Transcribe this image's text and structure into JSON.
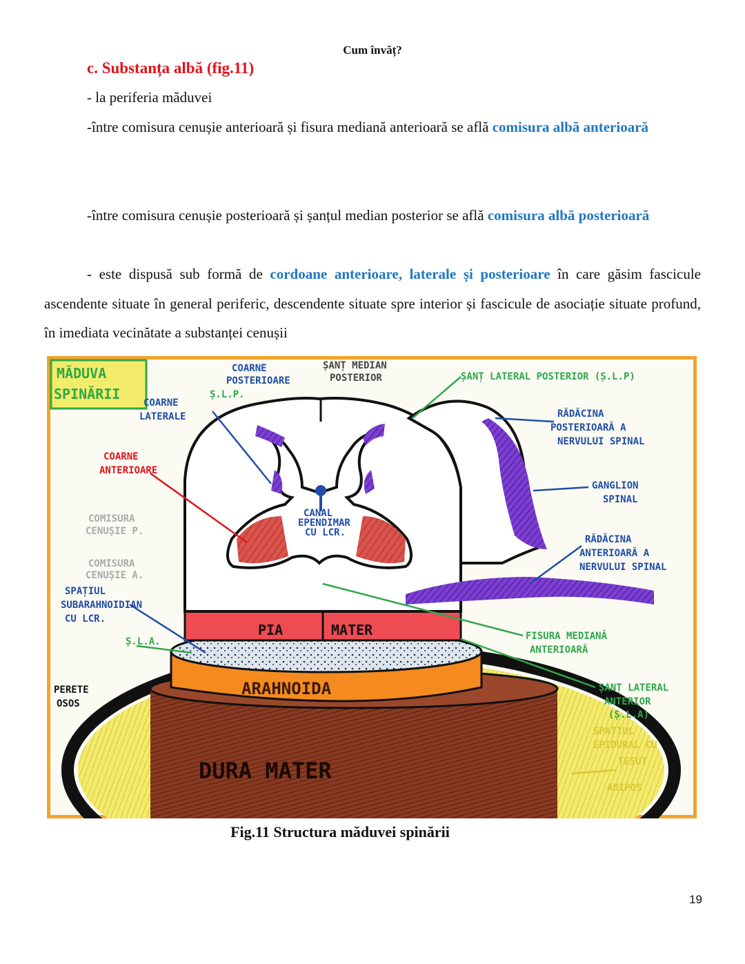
{
  "header": "Cum învăț?",
  "section_title": "c.  Substanța albă (fig.11)",
  "paragraphs": {
    "p1": "- la periferia măduvei",
    "p2_a": "-între comisura cenușie anterioară și fisura mediană anterioară se află ",
    "p2_b": "comisura albă anterioară",
    "p3_a": "-între comisura cenușie posterioară și șanțul median posterior se află ",
    "p3_b": "comisura albă posterioară",
    "p4_a": "- este dispusă sub formă de ",
    "p4_b": "cordoane anterioare, laterale și posterioare",
    "p4_c": " în care găsim fascicule ascendente situate în general periferic, descendente situate spre interior și fascicule de asociație situate profund, în imediata vecinătate a substanței cenușii"
  },
  "figure": {
    "labels": {
      "title_line1": "MĂDUVA",
      "title_line2": "SPINĂRII",
      "coarne_posterioare_1": "COARNE",
      "coarne_posterioare_2": "POSTERIOARE",
      "slp_left": "Ș.L.P.",
      "sant_median_1": "ȘANȚ MEDIAN",
      "sant_median_2": "POSTERIOR",
      "sant_lateral_posterior": "ȘANȚ LATERAL POSTERIOR (Ș.L.P)",
      "coarne_laterale_1": "COARNE",
      "coarne_laterale_2": "LATERALE",
      "radacina_posterioara_1": "RĂDĂCINA",
      "radacina_posterioara_2": "POSTERIOARĂ A",
      "radacina_posterioara_3": "NERVULUI SPINAL",
      "coarne_anterioare_1": "COARNE",
      "coarne_anterioare_2": "ANTERIOARE",
      "ganglion_1": "GANGLION",
      "ganglion_2": "SPINAL",
      "comisura_p_1": "COMISURA",
      "comisura_p_2": "CENUȘIE P.",
      "canal_1": "CANAL",
      "canal_2": "EPENDIMAR",
      "canal_3": "CU LCR.",
      "radacina_anterioara_1": "RĂDĂCINA",
      "radacina_anterioara_2": "ANTERIOARĂ A",
      "radacina_anterioara_3": "NERVULUI SPINAL",
      "comisura_a_1": "COMISURA",
      "comisura_a_2": "CENUȘIE A.",
      "spatiu_sub_1": "SPAȚIUL",
      "spatiu_sub_2": "SUBARAHNOIDIAN",
      "spatiu_sub_3": "CU LCR.",
      "sla_left": "Ș.L.A.",
      "pia": "PIA",
      "mater": "MATER",
      "fisura_1": "FISURA MEDIANĂ",
      "fisura_2": "ANTERIOARĂ",
      "arahnoida": "ARAHNOIDA",
      "perete_1": "PERETE",
      "perete_2": "OSOS",
      "sant_lat_ant_1": "ȘANȚ LATERAL",
      "sant_lat_ant_2": "ANTERIOR",
      "sant_lat_ant_3": "(Ș.L.A)",
      "dura": "DURA MATER",
      "epidural_1": "SPAȚIUL",
      "epidural_2": "EPIDURAL CU",
      "epidural_3": "ȚESUT",
      "epidural_4": "ADIPOS"
    }
  },
  "caption": "Fig.11 Structura măduvei spinării",
  "page_number": "19"
}
